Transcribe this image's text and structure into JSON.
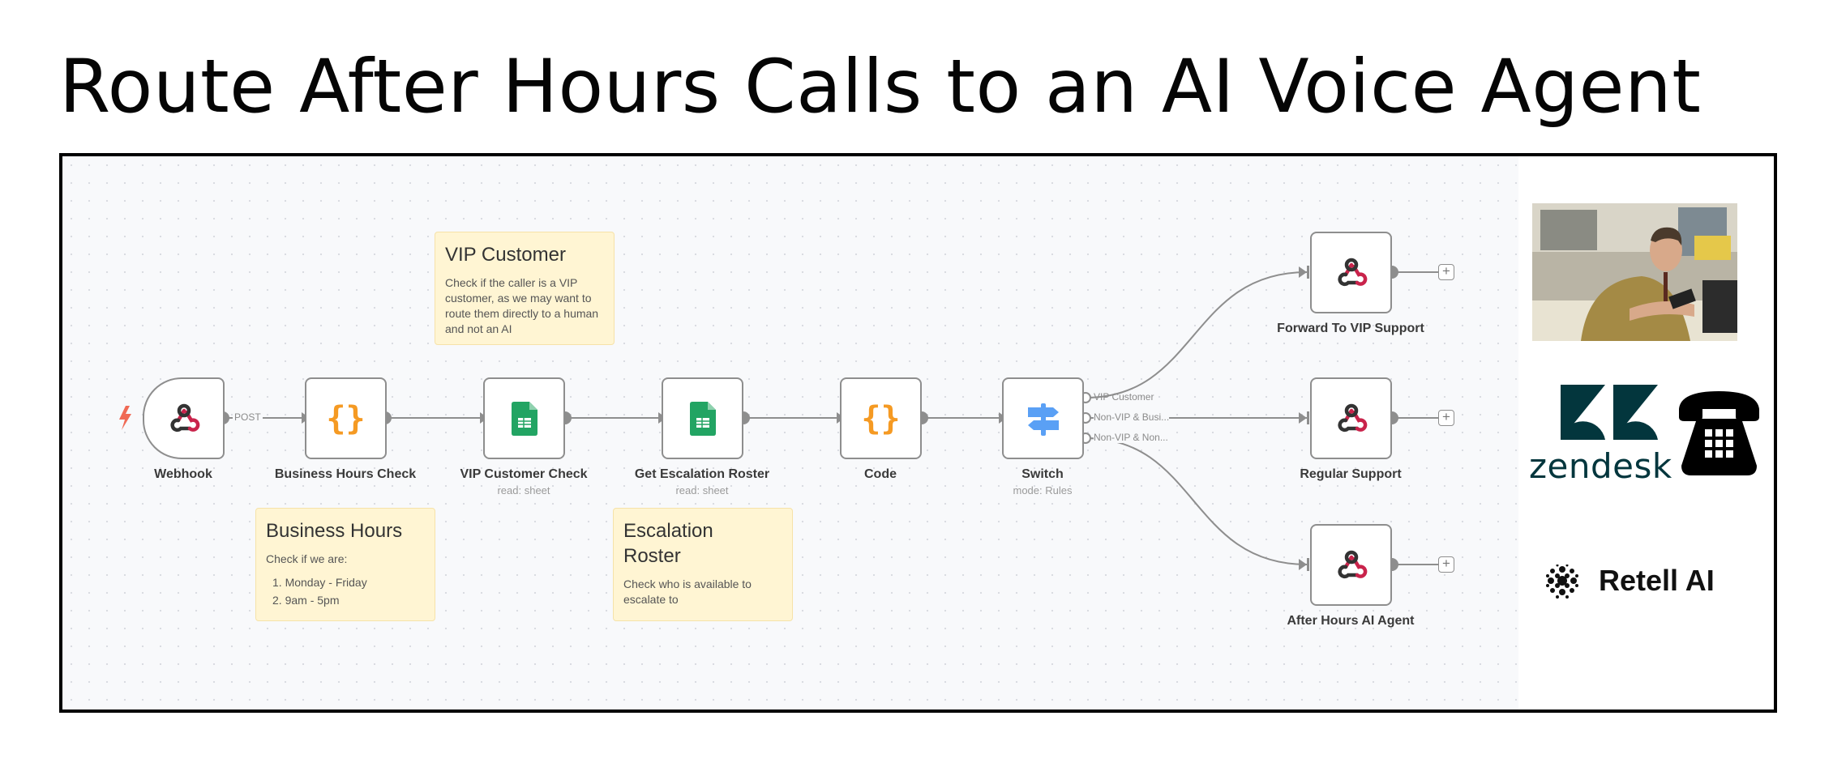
{
  "title": "Route After Hours Calls to an AI Voice Agent",
  "nodes": {
    "webhook": {
      "label": "Webhook",
      "icon": "webhook-icon"
    },
    "business_hours_check": {
      "label": "Business Hours Check",
      "icon": "code-braces-icon"
    },
    "vip_customer_check": {
      "label": "VIP Customer Check",
      "sub": "read: sheet",
      "icon": "google-sheets-icon"
    },
    "get_escalation_roster": {
      "label": "Get Escalation Roster",
      "sub": "read: sheet",
      "icon": "google-sheets-icon"
    },
    "code": {
      "label": "Code",
      "icon": "code-braces-icon"
    },
    "switch": {
      "label": "Switch",
      "sub": "mode: Rules",
      "icon": "signpost-icon"
    },
    "forward_vip": {
      "label": "Forward To VIP Support",
      "icon": "webhook-icon"
    },
    "regular_support": {
      "label": "Regular Support",
      "icon": "webhook-icon"
    },
    "after_hours_agent": {
      "label": "After Hours AI Agent",
      "icon": "webhook-icon"
    }
  },
  "edges": {
    "webhook_method": "POST",
    "switch_out_1": "VIP Customer",
    "switch_out_2": "Non-VIP & Busi...",
    "switch_out_3": "Non-VIP & Non..."
  },
  "stickies": {
    "vip_customer": {
      "title": "VIP Customer",
      "body": "Check if the caller is a VIP customer, as we may want to route them directly to a human and not an AI"
    },
    "business_hours": {
      "title": "Business Hours",
      "body": "Check if we are:",
      "items": [
        "1. Monday - Friday",
        "2. 9am - 5pm"
      ]
    },
    "escalation_roster": {
      "title": "Escalation Roster",
      "body": "Check who is available to escalate to"
    }
  },
  "logos": {
    "zendesk": "zendesk",
    "retell": "Retell AI"
  },
  "colors": {
    "webhook_red": "#c9234b",
    "code_orange": "#f59a23",
    "sheets_green": "#22a463",
    "switch_blue": "#5aa0f5",
    "trigger_red": "#f06a55",
    "sticky_bg": "#fff5d3",
    "zendesk_teal": "#03363d"
  }
}
